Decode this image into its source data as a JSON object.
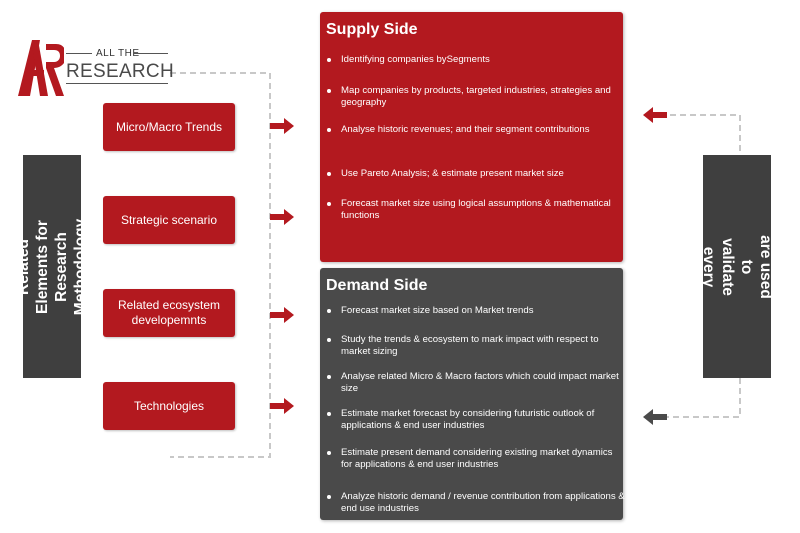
{
  "logo": {
    "mark": "AR",
    "line1": "ALL THE",
    "line2": "RESEARCH"
  },
  "left_label": "Related Elements for Research Methodology",
  "right_label": "Primary interviews are used to validate every analysed datasets",
  "elements": [
    {
      "label": "Micro/Macro Trends"
    },
    {
      "label": "Strategic scenario"
    },
    {
      "label": "Related ecosystem developemnts"
    },
    {
      "label": "Technologies"
    }
  ],
  "supply": {
    "title": "Supply Side",
    "items": [
      "Identifying companies bySegments",
      "Map companies by products, targeted industries, strategies and geography",
      "Analyse historic revenues; and their segment contributions",
      "Use Pareto Analysis; & estimate present market size",
      "Forecast market size using logical assumptions & mathematical functions"
    ]
  },
  "demand": {
    "title": "Demand Side",
    "items": [
      "Forecast market size based on Market trends",
      "Study the trends & ecosystem to mark impact with respect to market sizing",
      "Analyse related Micro & Macro factors which could impact market size",
      "Estimate market forecast by considering futuristic outlook of applications & end user industries",
      "Estimate present demand considering existing market dynamics for applications & end user industries",
      "Analyze historic demand / revenue contribution from applications & end use industries"
    ]
  },
  "colors": {
    "red": "#b3191f",
    "dark": "#4a4a4a",
    "side": "#3f3f3f",
    "dash": "#c8c8c8"
  }
}
